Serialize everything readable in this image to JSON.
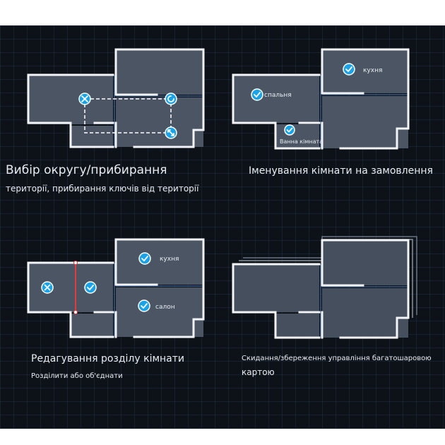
{
  "features": [
    {
      "title": "Вибір округу/прибирання",
      "subtitle": "території, прибирання ключів від території"
    },
    {
      "title": "Іменування кімнати на замовлення",
      "subtitle": ""
    },
    {
      "title": "Редагування розділу кімнати",
      "subtitle": "Розділити або об'єднати"
    },
    {
      "title": "Скидання/збереження управління багатошаровою",
      "subtitle": "картою"
    }
  ],
  "map_top_right": {
    "rooms": [
      "кухня",
      "спальня",
      "Ванна кімната"
    ]
  },
  "map_bottom_left": {
    "rooms": [
      "кухня",
      "салон"
    ]
  },
  "colors": {
    "background": "#0d1118",
    "room_fill": "#4b5564",
    "wall": "#f2f4f7",
    "marker": "#1aa3e8",
    "split_line": "#e33a3a"
  },
  "icons": [
    "check-circle-icon",
    "close-circle-icon",
    "refresh-circle-icon",
    "resize-circle-icon"
  ]
}
